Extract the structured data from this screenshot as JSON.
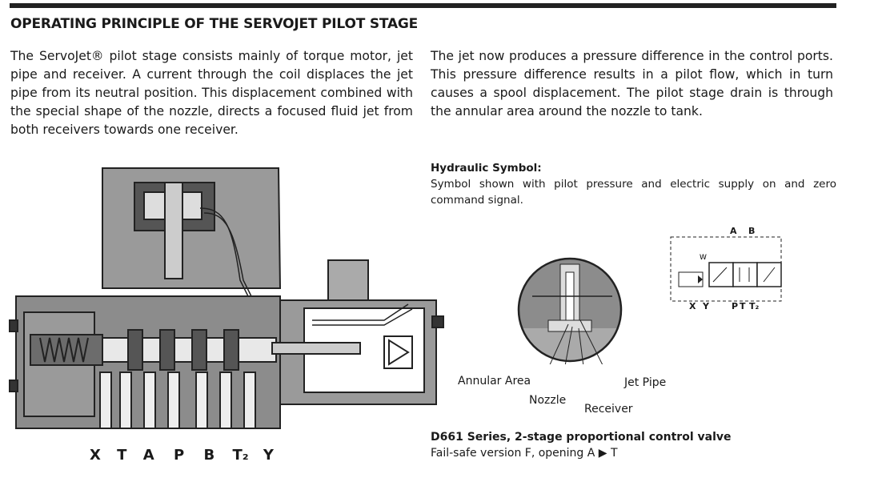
{
  "header": {
    "title": "OPERATING PRINCIPLE OF THE SERVOJET PILOT STAGE"
  },
  "body": {
    "left_paragraph": "The ServoJet® pilot stage consists mainly of torque motor, jet pipe and receiver. A current through the coil displaces the jet pipe from its neutral position. This displacement combined with the special shape of the nozzle, directs a focused fluid jet from both receivers towards one receiver.",
    "right_paragraph": "The jet now produces a pressure difference in the control ports. This pressure difference results in a pilot flow, which in turn causes a spool displacement. The pilot stage drain is through the annular area around the nozzle to tank."
  },
  "hydraulic_symbol": {
    "title": "Hydraulic Symbol:",
    "description": "Symbol shown with pilot pressure and electric supply on and zero command signal.",
    "port_labels_top": [
      "A",
      "B"
    ],
    "port_labels_bottom": [
      "X",
      "Y",
      "P",
      "T",
      "T₂"
    ]
  },
  "detail_view": {
    "labels": {
      "annular_area": "Annular Area",
      "nozzle": "Nozzle",
      "receiver": "Receiver",
      "jet_pipe": "Jet Pipe"
    }
  },
  "valve_drawing": {
    "port_labels": [
      "X",
      "T",
      "A",
      "P",
      "B",
      "T₂",
      "Y"
    ]
  },
  "caption": {
    "title": "D661 Series, 2-stage proportional control valve",
    "subtitle": "Fail-safe version F, opening A ▶ T"
  }
}
